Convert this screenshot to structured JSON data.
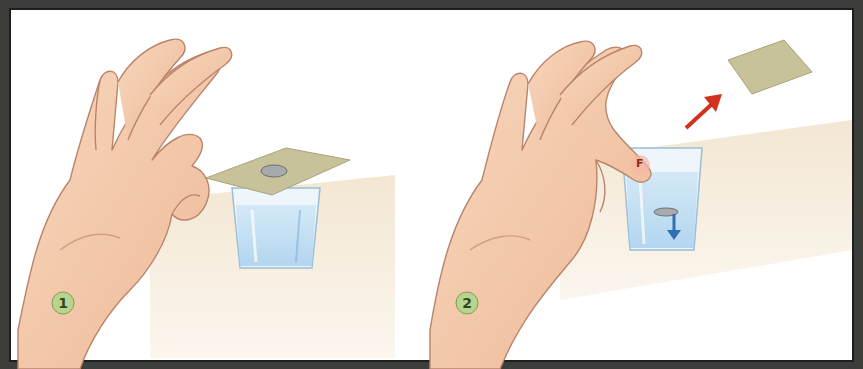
{
  "diagram": {
    "nodes": [
      {
        "text": [
          "1"
        ]
      },
      {
        "text": [
          "2"
        ]
      }
    ],
    "labels": [
      "F"
    ]
  }
}
